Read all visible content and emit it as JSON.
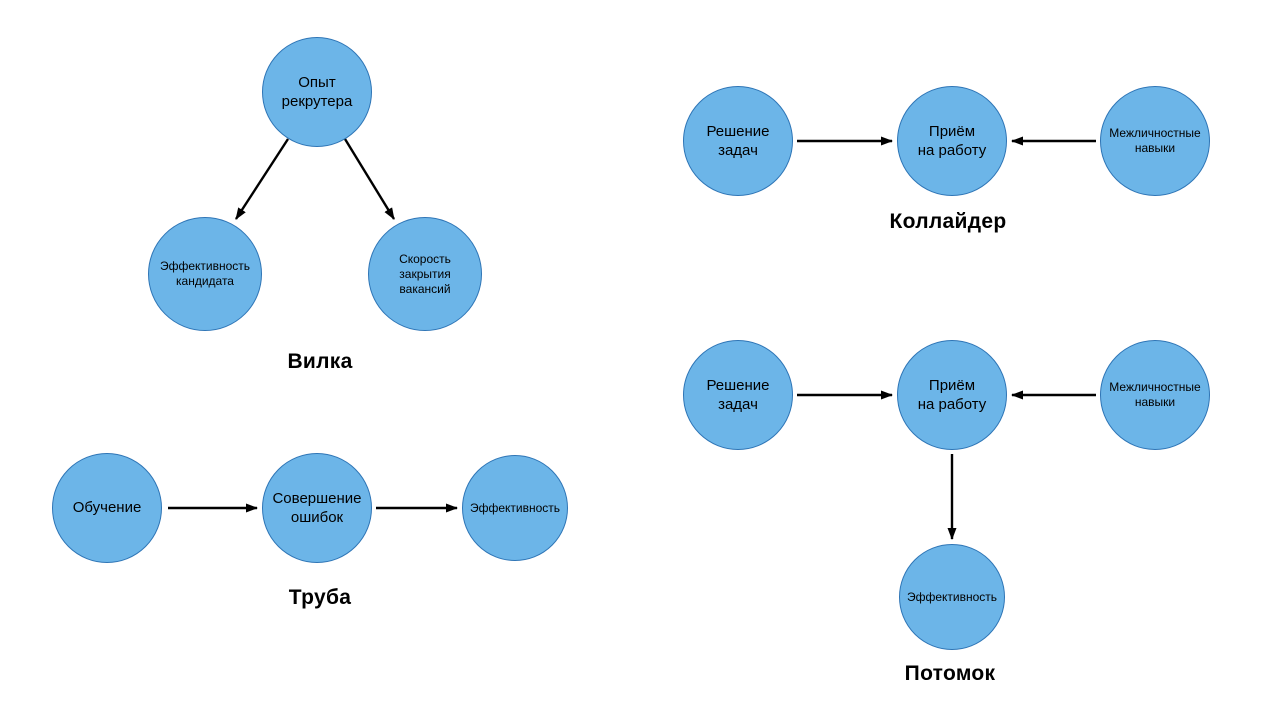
{
  "colors": {
    "node_fill": "#6CB5E8",
    "node_border": "#2E75B6",
    "arrow": "#000000",
    "background": "#FFFFFF",
    "text": "#000000"
  },
  "diagrams": {
    "fork": {
      "title": "Вилка",
      "nodes": [
        {
          "id": "recruiter-experience",
          "label": "Опыт\nрекрутера"
        },
        {
          "id": "candidate-effectiveness",
          "label": "Эффективность\nкандидата"
        },
        {
          "id": "vacancy-closing-speed",
          "label": "Скорость\nзакрытия\nвакансий"
        }
      ],
      "edges": [
        {
          "from": "recruiter-experience",
          "to": "candidate-effectiveness"
        },
        {
          "from": "recruiter-experience",
          "to": "vacancy-closing-speed"
        }
      ]
    },
    "collider": {
      "title": "Коллайдер",
      "nodes": [
        {
          "id": "problem-solving",
          "label": "Решение\nзадач"
        },
        {
          "id": "hiring",
          "label": "Приём\nна работу"
        },
        {
          "id": "interpersonal-skills",
          "label": "Межличностные\nнавыки"
        }
      ],
      "edges": [
        {
          "from": "problem-solving",
          "to": "hiring"
        },
        {
          "from": "interpersonal-skills",
          "to": "hiring"
        }
      ]
    },
    "pipe": {
      "title": "Труба",
      "nodes": [
        {
          "id": "training",
          "label": "Обучение"
        },
        {
          "id": "making-mistakes",
          "label": "Совершение\nошибок"
        },
        {
          "id": "effectiveness",
          "label": "Эффективность"
        }
      ],
      "edges": [
        {
          "from": "training",
          "to": "making-mistakes"
        },
        {
          "from": "making-mistakes",
          "to": "effectiveness"
        }
      ]
    },
    "descendant": {
      "title": "Потомок",
      "nodes": [
        {
          "id": "problem-solving",
          "label": "Решение\nзадач"
        },
        {
          "id": "hiring",
          "label": "Приём\nна работу"
        },
        {
          "id": "interpersonal-skills",
          "label": "Межличностные\nнавыки"
        },
        {
          "id": "effectiveness",
          "label": "Эффективность"
        }
      ],
      "edges": [
        {
          "from": "problem-solving",
          "to": "hiring"
        },
        {
          "from": "interpersonal-skills",
          "to": "hiring"
        },
        {
          "from": "hiring",
          "to": "effectiveness"
        }
      ]
    }
  }
}
